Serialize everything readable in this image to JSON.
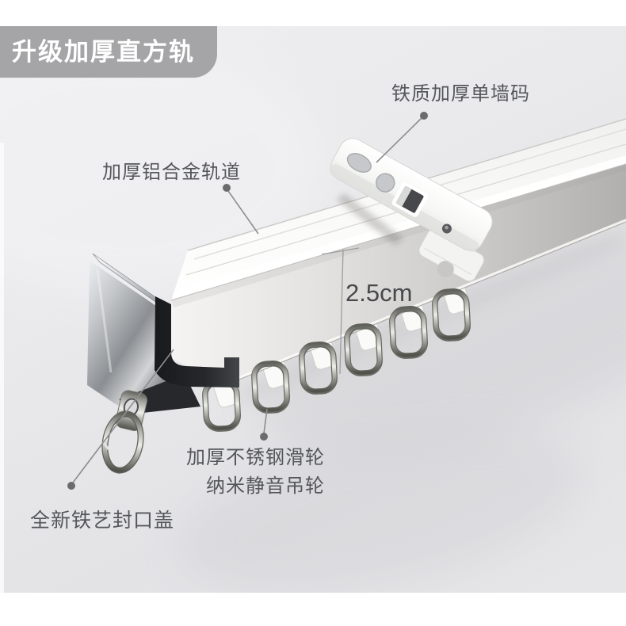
{
  "badge": {
    "label": "升级加厚直方轨",
    "bg_color": "#a5a5a7",
    "text_color": "#ffffff"
  },
  "annotations": {
    "wall_bracket": "铁质加厚单墙码",
    "track": "加厚铝合金轨道",
    "dimension": "2.5cm",
    "pulley_line1": "加厚不锈钢滑轮",
    "pulley_line2": "纳米静音吊轮",
    "end_cap": "全新铁艺封口盖"
  },
  "style": {
    "annotation_text_color": "#54565a",
    "photo_background": "#e9e9eb",
    "track_face_color": "#b2b0ae",
    "dark_cap_color": "#26282b"
  }
}
